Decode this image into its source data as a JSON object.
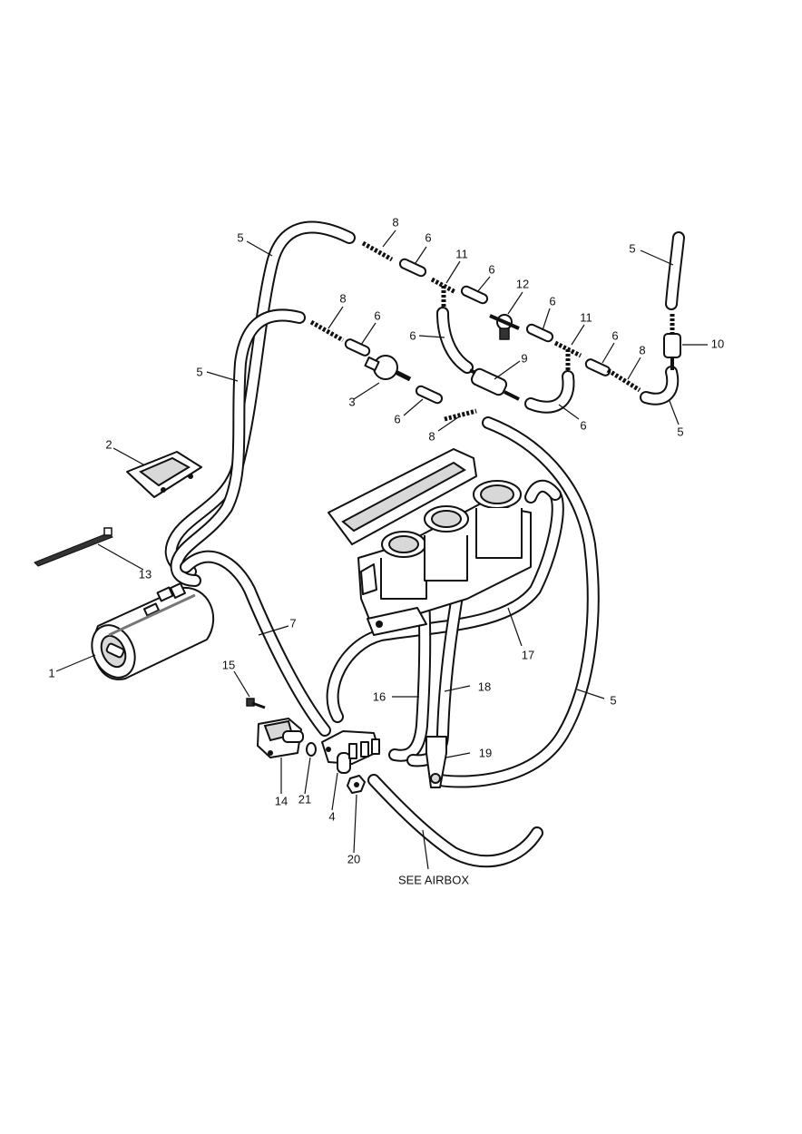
{
  "labels": {
    "p1": "1",
    "p2": "2",
    "p3": "3",
    "p4": "4",
    "p5a": "5",
    "p5b": "5",
    "p5c": "5",
    "p5d": "5",
    "p5e": "5",
    "p6a": "6",
    "p6b": "6",
    "p6c": "6",
    "p6d": "6",
    "p6e": "6",
    "p6f": "6",
    "p6g": "6",
    "p7": "7",
    "p8a": "8",
    "p8b": "8",
    "p8c": "8",
    "p8d": "8",
    "p9": "9",
    "p10": "10",
    "p11a": "11",
    "p11b": "11",
    "p12": "12",
    "p13": "13",
    "p14": "14",
    "p15": "15",
    "p16": "16",
    "p17": "17",
    "p18": "18",
    "p19": "19",
    "p20": "20",
    "p21": "21"
  },
  "caption": "SEE AIRBOX"
}
